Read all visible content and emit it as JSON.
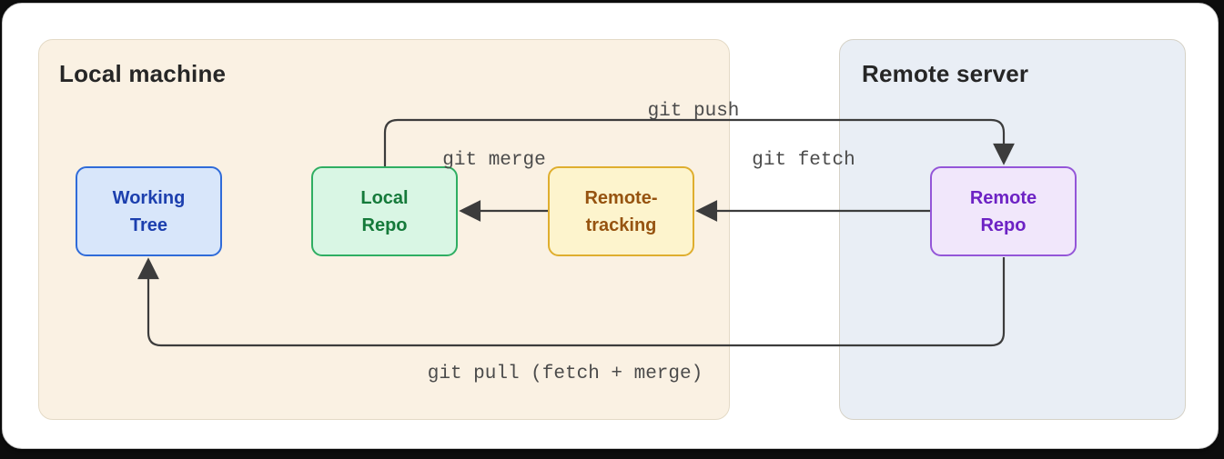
{
  "page": {
    "background": "#0d0d0d",
    "card_bg": "#ffffff",
    "card_border": "#c9c9c9"
  },
  "panels": [
    {
      "id": "local-machine",
      "title": "Local machine",
      "bg": "#faf1e3",
      "border": "#e4dac6",
      "title_color": "#262626"
    },
    {
      "id": "remote-server",
      "title": "Remote server",
      "bg": "#e9eef5",
      "border": "#d6d2c7",
      "title_color": "#262626"
    }
  ],
  "nodes": [
    {
      "id": "working-tree",
      "lines": [
        "Working",
        "Tree"
      ],
      "bg": "#d8e6fa",
      "border": "#2f6bd9",
      "text": "#1c3fae",
      "panel": "local-machine"
    },
    {
      "id": "local-repo",
      "lines": [
        "Local",
        "Repo"
      ],
      "bg": "#d9f6e4",
      "border": "#2fae62",
      "text": "#157a3a",
      "panel": "local-machine"
    },
    {
      "id": "remote-tracking",
      "lines": [
        "Remote-",
        "tracking"
      ],
      "bg": "#fdf4cd",
      "border": "#dfae2e",
      "text": "#965310",
      "panel": "local-machine"
    },
    {
      "id": "remote-repo",
      "lines": [
        "Remote",
        "Repo"
      ],
      "bg": "#f1e7fb",
      "border": "#9456d8",
      "text": "#6d22c4",
      "panel": "remote-server"
    }
  ],
  "edges": [
    {
      "id": "git-push",
      "label": "git push",
      "from": "local-repo",
      "to": "remote-repo"
    },
    {
      "id": "git-merge",
      "label": "git merge",
      "from": "remote-tracking",
      "to": "local-repo"
    },
    {
      "id": "git-fetch",
      "label": "git fetch",
      "from": "remote-repo",
      "to": "remote-tracking"
    },
    {
      "id": "git-pull",
      "label": "git pull (fetch + merge)",
      "from": "remote-repo",
      "to": "working-tree"
    }
  ],
  "colors": {
    "arrow": "#3c3c3c",
    "edge_label": "#4b4b4b"
  }
}
